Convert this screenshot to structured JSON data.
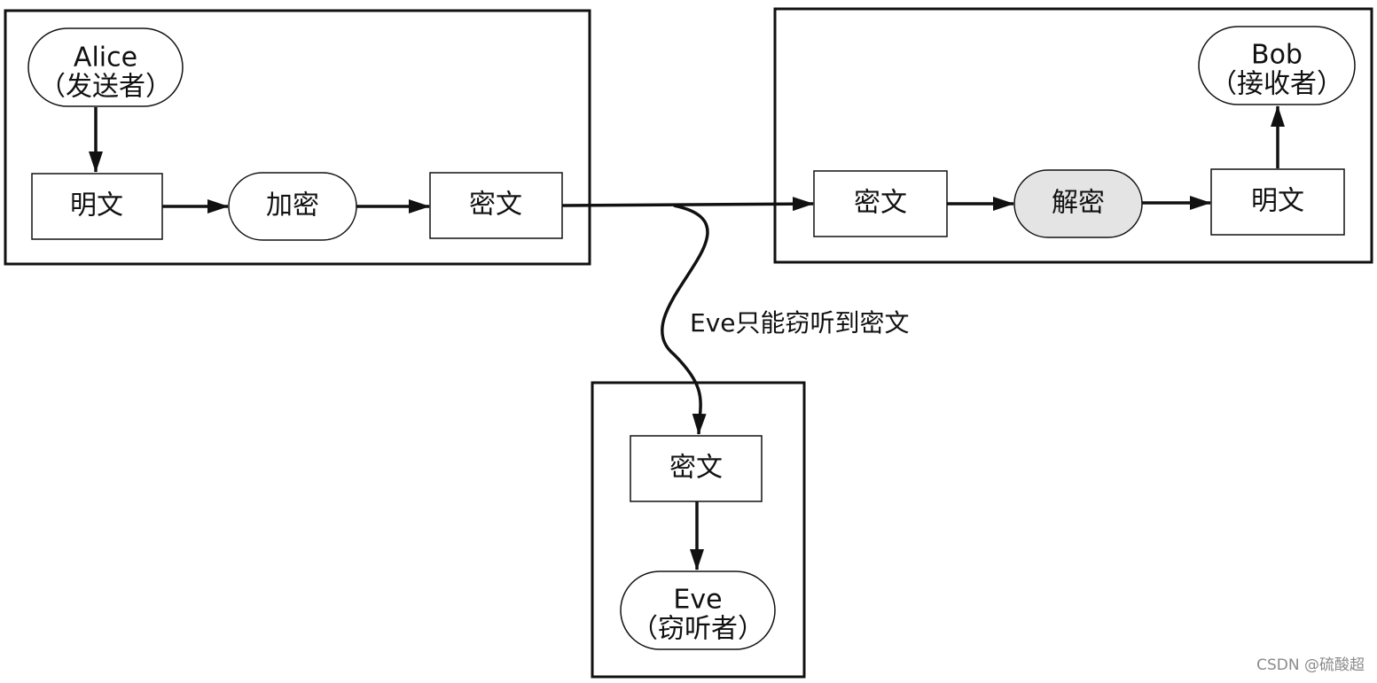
{
  "colors": {
    "stroke": "#111111",
    "node_fill": "#ffffff",
    "decrypt_fill": "#e4e4e4",
    "watermark": "#8a8a8a"
  },
  "alice": {
    "line1": "Alice",
    "line2": "（发送者）",
    "plaintext": "明文",
    "encrypt": "加密",
    "ciphertext": "密文"
  },
  "bob": {
    "line1": "Bob",
    "line2": "（接收者）",
    "ciphertext": "密文",
    "decrypt": "解密",
    "plaintext": "明文"
  },
  "eve": {
    "line1": "Eve",
    "line2": "（窃听者）",
    "ciphertext": "密文"
  },
  "eavesdrop_label": "Eve只能窃听到密文",
  "watermark": "CSDN @硫酸超"
}
